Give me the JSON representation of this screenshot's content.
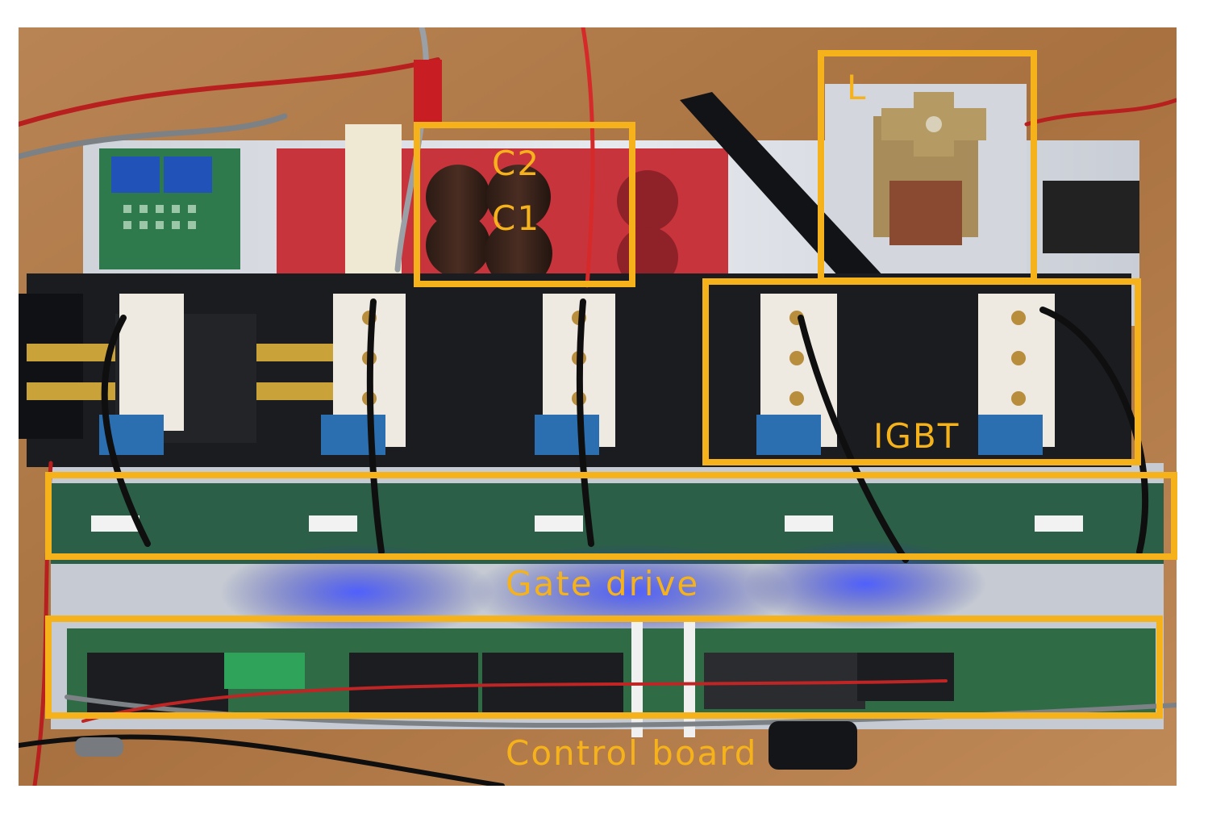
{
  "annotations": {
    "capacitors": {
      "c2": "C2",
      "c1": "C1"
    },
    "inductor": "L",
    "igbt": "IGBT",
    "gate_drive": "Gate drive",
    "control_board": "Control board"
  },
  "colors": {
    "annotation": "#f6b21b",
    "wood": "#b07a4a",
    "aluminum_plate": "#d9dde3",
    "heatsink": "#1b1c20",
    "pcb_green": "#2f6b45",
    "pcb_red": "#c8343c",
    "blue_glow": "#3b49d8"
  }
}
